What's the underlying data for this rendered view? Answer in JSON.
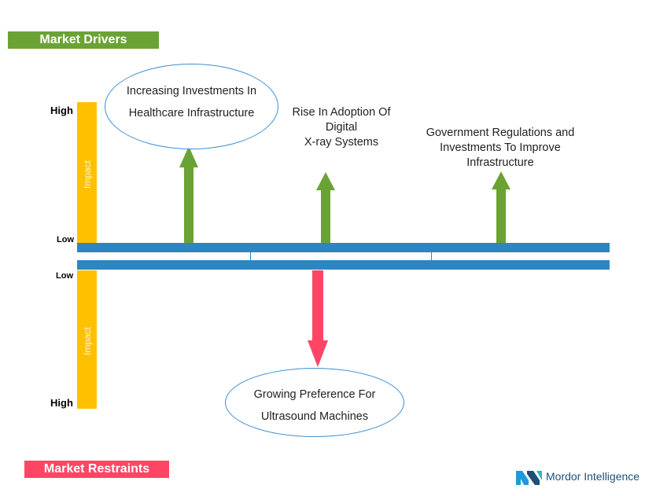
{
  "drivers_banner": {
    "label": "Market Drivers",
    "color": "#6aa334"
  },
  "restraints_banner": {
    "label": "Market Restraints",
    "color": "#ff4565"
  },
  "impact": {
    "label": "Impact",
    "high": "High",
    "low": "Low",
    "bar_color": "#ffc000"
  },
  "axis_color": "#2e86c1",
  "drivers": [
    {
      "text_lines": [
        "Increasing Investments In",
        "Healthcare Infrastructure"
      ],
      "arrow_color": "#6aa334",
      "in_ellipse": true
    },
    {
      "text_lines": [
        "Rise In Adoption Of",
        "Digital",
        "X-ray Systems"
      ],
      "arrow_color": "#6aa334",
      "in_ellipse": false
    },
    {
      "text_lines": [
        "Government Regulations and",
        "Investments To Improve",
        "Infrastructure"
      ],
      "arrow_color": "#6aa334",
      "in_ellipse": false
    }
  ],
  "restraints": [
    {
      "text_lines": [
        "Growing Preference For",
        "Ultrasound Machines"
      ],
      "arrow_color": "#ff4565",
      "in_ellipse": true
    }
  ],
  "logo": {
    "text": "Mordor Intelligence",
    "icon": "mordor-logo-icon",
    "color": "#1f4e79"
  }
}
